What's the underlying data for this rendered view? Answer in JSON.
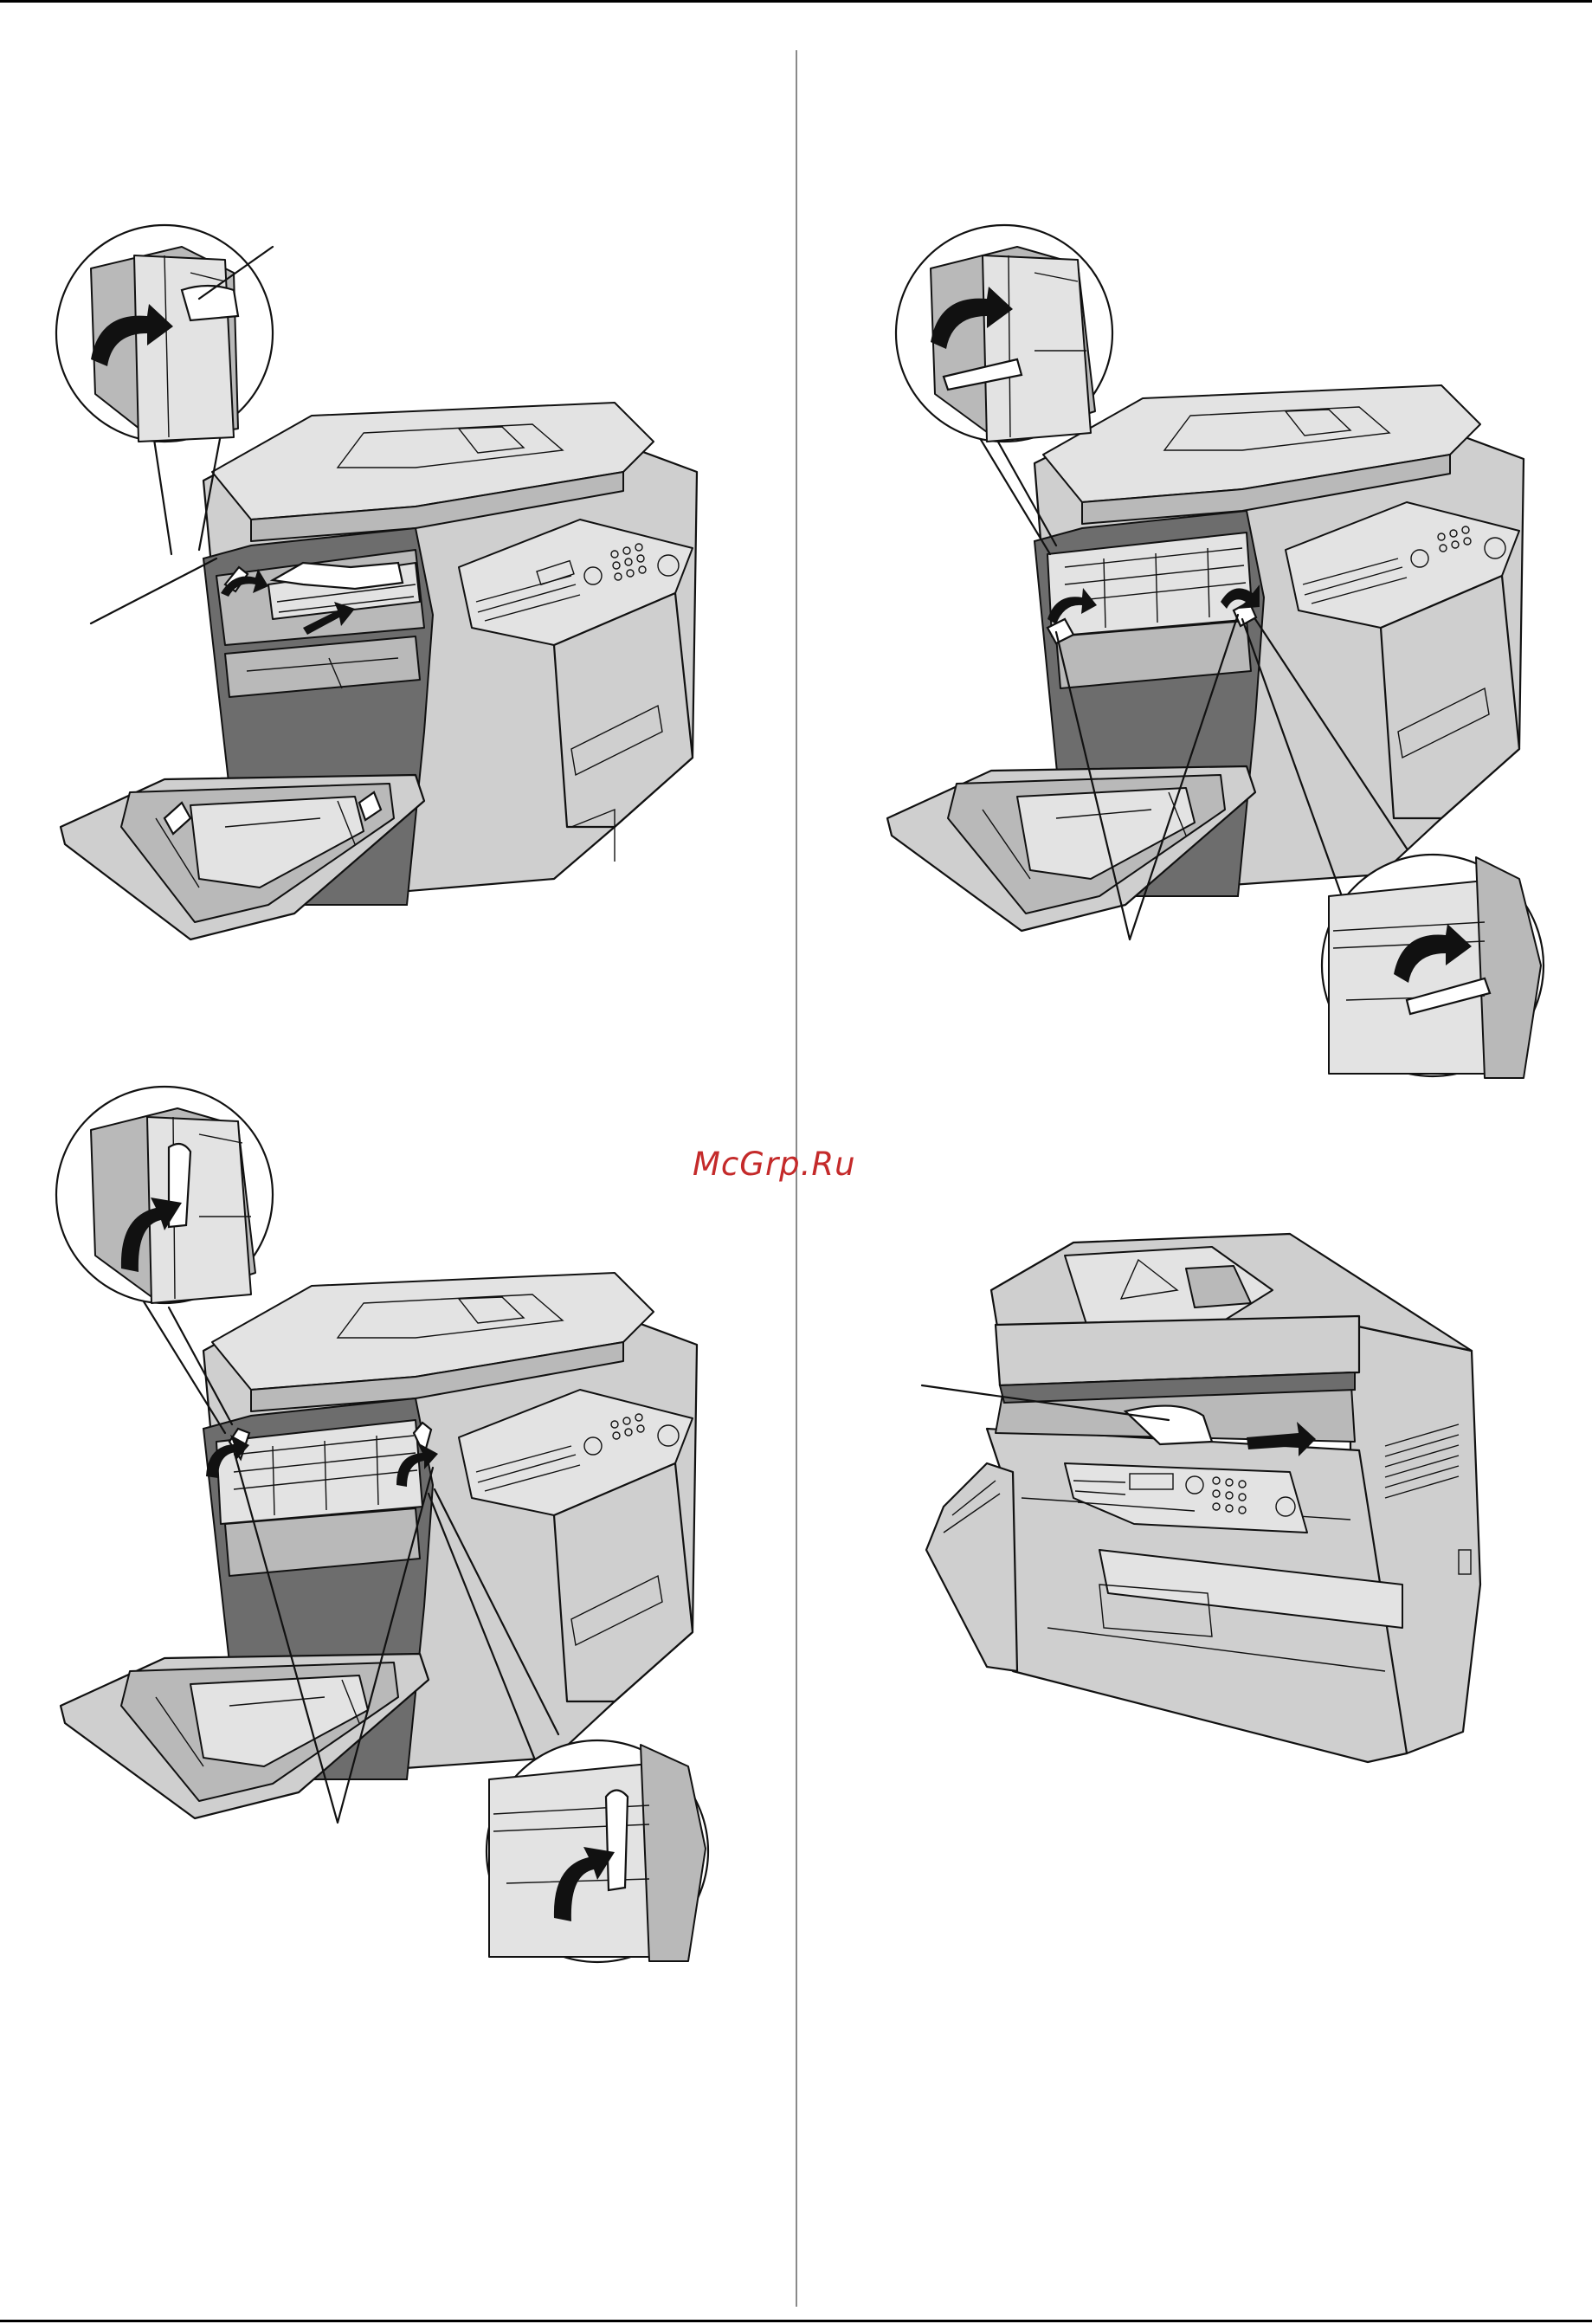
{
  "watermark": {
    "text": "McGrp.Ru"
  },
  "figures": [
    {
      "id": "fig-remove-jammed-paper",
      "icon": "printer-open-front-cover-illustration"
    },
    {
      "id": "fig-lower-green-levers",
      "icon": "printer-fuser-levers-down-illustration"
    },
    {
      "id": "fig-raise-green-levers",
      "icon": "printer-fuser-levers-up-illustration"
    },
    {
      "id": "fig-pull-paper-from-output",
      "icon": "printer-output-tray-paper-illustration"
    }
  ],
  "colors": {
    "line": "#111111",
    "body": "#cfcfcf",
    "watermark": "#c42a2a",
    "divider": "#8a8a8a"
  }
}
